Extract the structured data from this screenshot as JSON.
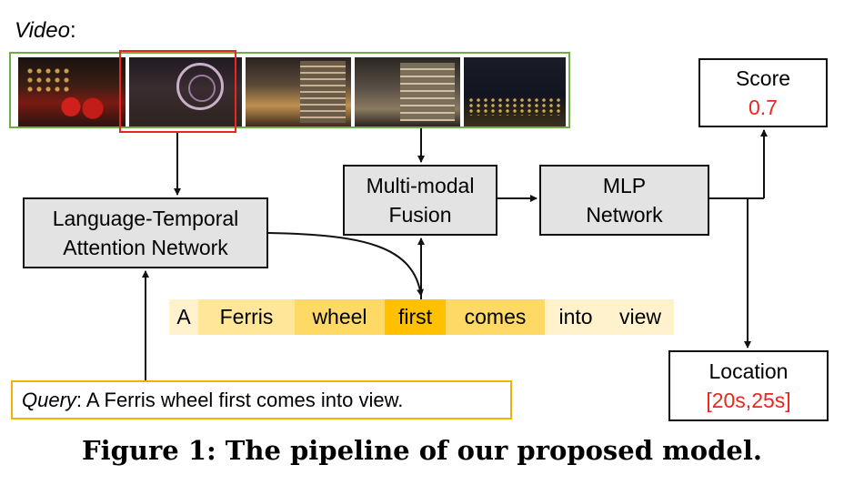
{
  "video": {
    "label": "Video",
    "label_colon": ":",
    "strip_color": "#70ad47",
    "highlight_color": "#e8271f",
    "frames": [
      "city-street-frame",
      "ferris-wheel-frame",
      "street-building-frame",
      "building-wheel-frame",
      "night-skyline-frame"
    ]
  },
  "nodes": {
    "lta": {
      "line1": "Language-Temporal",
      "line2": "Attention Network"
    },
    "fusion": {
      "line1": "Multi-modal",
      "line2": "Fusion"
    },
    "mlp": {
      "line1": "MLP",
      "line2": "Network"
    },
    "score": {
      "label": "Score",
      "value": "0.7"
    },
    "location": {
      "label": "Location",
      "value": "[20s,25s]"
    }
  },
  "words": [
    {
      "text": "A",
      "color": "#fff2cc"
    },
    {
      "text": "Ferris",
      "color": "#ffe699"
    },
    {
      "text": "wheel",
      "color": "#ffd966"
    },
    {
      "text": "first",
      "color": "#ffc000"
    },
    {
      "text": "comes",
      "color": "#ffd966"
    },
    {
      "text": "into",
      "color": "#fff2cc"
    },
    {
      "text": "view",
      "color": "#fff2cc"
    }
  ],
  "query": {
    "label": "Query",
    "text": ": A Ferris wheel first comes into view.",
    "border_color": "#f0b400"
  },
  "highlight_value_color": "#e8271f",
  "caption": "Figure 1: The pipeline of our proposed model."
}
